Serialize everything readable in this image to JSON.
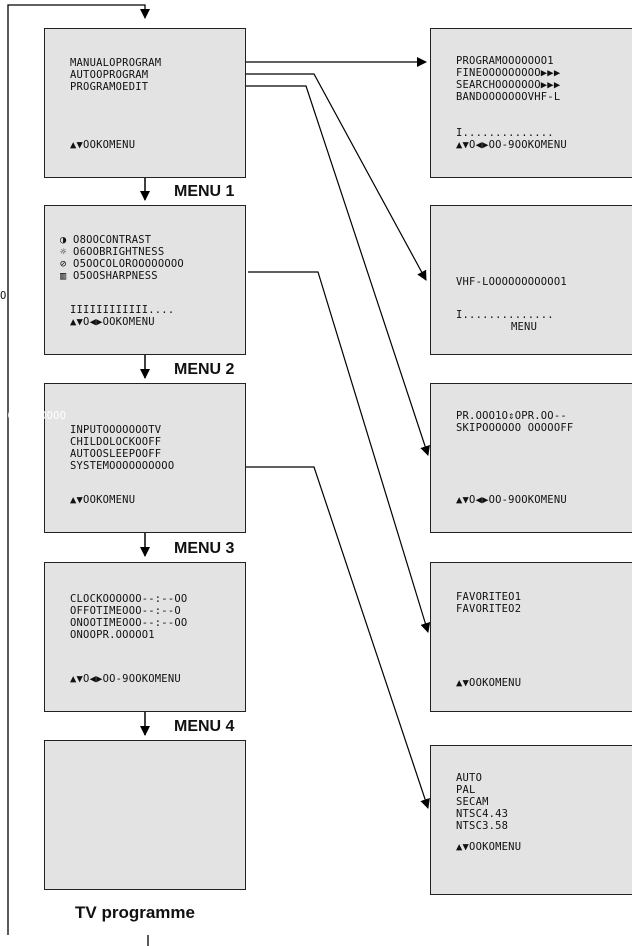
{
  "left": {
    "main_menu": {
      "lines": [
        "MANUALOPROGRAM",
        "AUTOOPROGRAM",
        "PROGRAMOEDIT"
      ],
      "footer": "▲▼OOKOMENU"
    },
    "menu1": {
      "title": "MENU 1",
      "lines": [
        "◑ O8OOCONTRAST",
        "☼ O6OOBRIGHTNESS",
        "⊘ O5OOCOLOROOOOOOOO",
        "▥ O5OOSHARPNESS"
      ],
      "side_char": "O",
      "bar": "IIIIIIIIIIII....",
      "footer": "▲▼O◀▶OOKOMENU"
    },
    "menu2": {
      "title": "MENU 2",
      "faint": "OOOOOOOOOO",
      "lines": [
        "INPUTOOOOOOOTV",
        "CHILDOLOCKOOFF",
        "AUTOOSLEEPOOFF",
        "SYSTEMOOOOOOOOOO"
      ],
      "footer": "▲▼OOKOMENU"
    },
    "menu3": {
      "title": "MENU 3",
      "lines": [
        "CLOCKOOOOOO--:--OO",
        "OFFOTIMEOOO--:--O",
        "ONOOTIMEOOO--:--OO",
        "ONOOPR.OOOOO1"
      ],
      "footer": "▲▼O◀▶OO-9OOKOMENU"
    },
    "menu4": {
      "title": "MENU 4"
    },
    "tv_label": "TV programme"
  },
  "right": {
    "manual": {
      "lines": [
        "PROGRAMOOOOOOO1",
        "FINEOOOOOOOOO▶▶▶",
        "SEARCHOOOOOOO▶▶▶",
        "BANDOOOOOOOVHF-L"
      ],
      "bar": "I..............",
      "footer": "▲▼O◀▶OO-9OOKOMENU"
    },
    "auto": {
      "line": "VHF-LOOOOOOOOOOO1",
      "bar": "I..............",
      "footer": "MENU"
    },
    "edit": {
      "lines": [
        "PR.OOO1O⇕OPR.OO--",
        "SKIPOOOOOO OOOOOFF"
      ],
      "footer": "▲▼O◀▶OO-9OOKOMENU"
    },
    "favorite": {
      "lines": [
        "FAVORITEO1",
        "FAVORITEO2"
      ],
      "footer": "▲▼OOKOMENU"
    },
    "system": {
      "lines": [
        "AUTO",
        "PAL",
        "SECAM",
        "NTSC4.43",
        "NTSC3.58"
      ],
      "footer": "▲▼OOKOMENU"
    }
  }
}
